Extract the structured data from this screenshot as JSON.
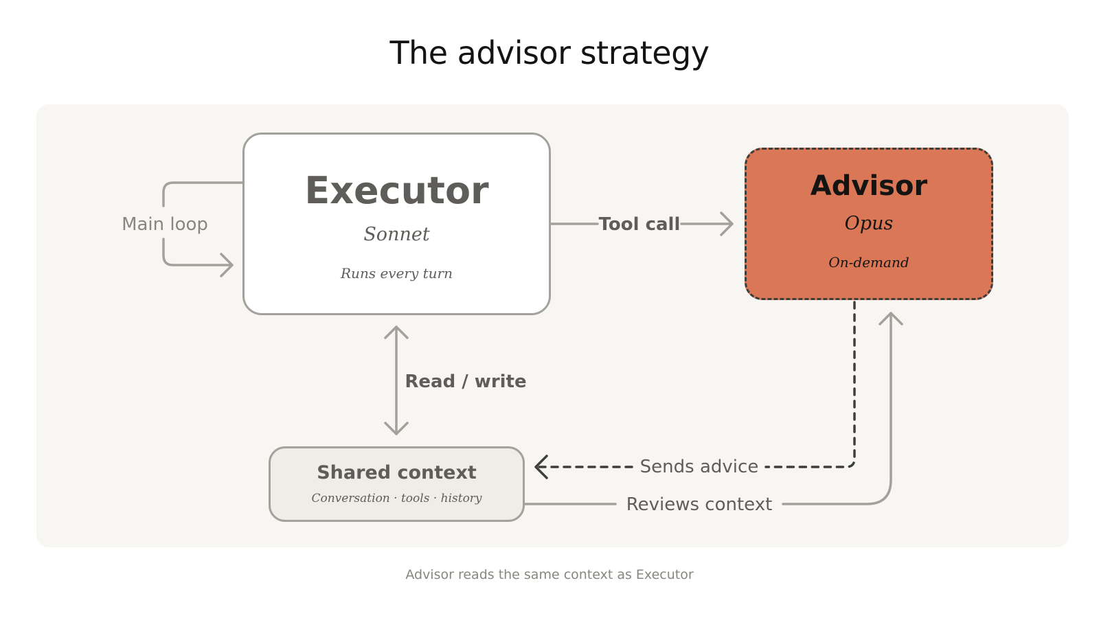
{
  "title": "The advisor strategy",
  "nodes": {
    "executor": {
      "title": "Executor",
      "model": "Sonnet",
      "note": "Runs every turn"
    },
    "advisor": {
      "title": "Advisor",
      "model": "Opus",
      "note": "On-demand"
    },
    "shared_context": {
      "title": "Shared context",
      "note": "Conversation · tools · history"
    }
  },
  "edges": {
    "main_loop": "Main loop",
    "tool_call": "Tool call",
    "read_write": "Read / write",
    "sends_advice": "Sends advice",
    "reviews_context": "Reviews context"
  },
  "caption": "Advisor reads the same context as Executor",
  "colors": {
    "advisor_fill": "#d97757",
    "executor_fill": "#ffffff",
    "shared_fill": "#efede7",
    "panel_background": "#f8f6f2",
    "connector": "#a3a19b",
    "dashed_connector": "#3d3d3a"
  }
}
